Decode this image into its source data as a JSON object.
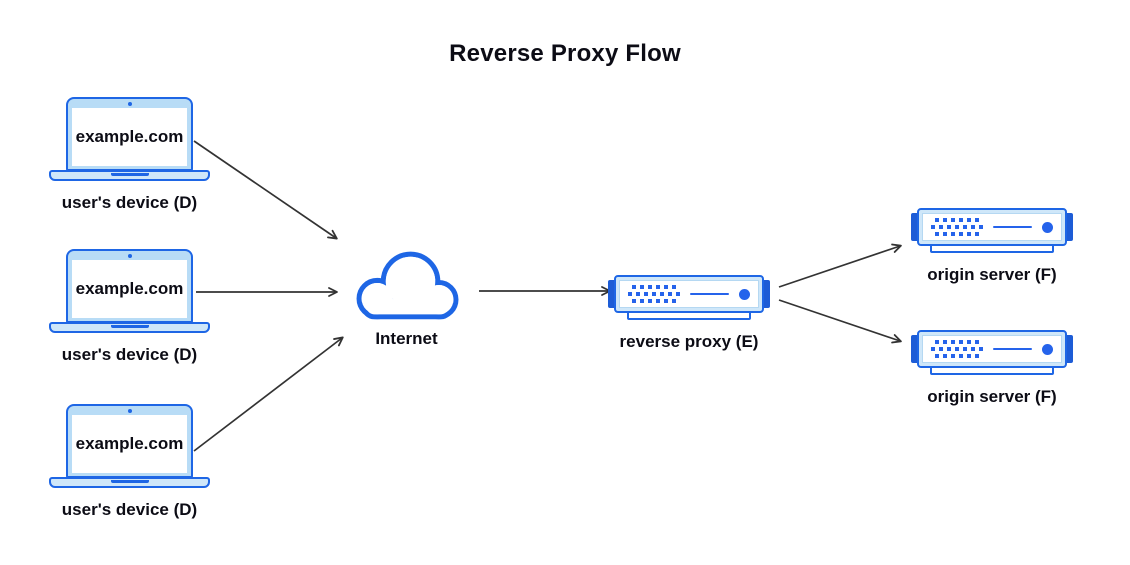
{
  "title": "Reverse Proxy Flow",
  "diagram": {
    "devices": [
      {
        "screen_text": "example.com",
        "label": "user's device (D)"
      },
      {
        "screen_text": "example.com",
        "label": "user's device (D)"
      },
      {
        "screen_text": "example.com",
        "label": "user's device (D)"
      }
    ],
    "internet": {
      "label": "Internet"
    },
    "reverse_proxy": {
      "label": "reverse proxy (E)"
    },
    "origin_servers": [
      {
        "label": "origin server (F)"
      },
      {
        "label": "origin server (F)"
      }
    ]
  },
  "colors": {
    "outline_blue": "#1e66e5",
    "tab_blue": "#1d5cd6",
    "fill_light_blue": "#cfe7f9",
    "bezel_light_blue": "#b8dcf6",
    "accent_blue": "#2563eb",
    "arrow_gray": "#333333",
    "text_dark": "#0c0c15",
    "background": "#ffffff"
  },
  "icons": {
    "device": "laptop-icon",
    "internet": "cloud-icon",
    "server": "server-icon"
  }
}
